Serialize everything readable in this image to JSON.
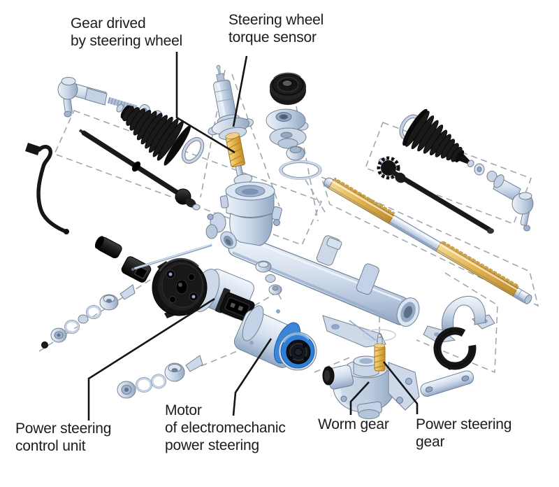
{
  "diagram": {
    "labels": {
      "gear_driven": {
        "lines": [
          "Gear drived",
          "by steering wheel"
        ]
      },
      "torque_sensor": {
        "lines": [
          "Steering wheel",
          "torque sensor"
        ]
      },
      "control_unit": {
        "lines": [
          "Power steering",
          "control unit"
        ]
      },
      "motor": {
        "lines": [
          "Motor",
          "of electromechanic",
          "power steering"
        ]
      },
      "worm_gear": {
        "lines": [
          "Worm gear"
        ]
      },
      "steering_gear": {
        "lines": [
          "Power steering",
          "gear"
        ]
      }
    },
    "colors": {
      "background": "#ffffff",
      "metal_light": "#dce6f2",
      "metal_shadow": "#92a7c2",
      "rack_yellow": "#e7b54b",
      "rubber_black": "#151515",
      "motor_ring_blue": "#2f7fd6",
      "label_text": "#1c1c1c",
      "leader_line": "#151515",
      "guide_dash": "#9aa3ad"
    }
  }
}
